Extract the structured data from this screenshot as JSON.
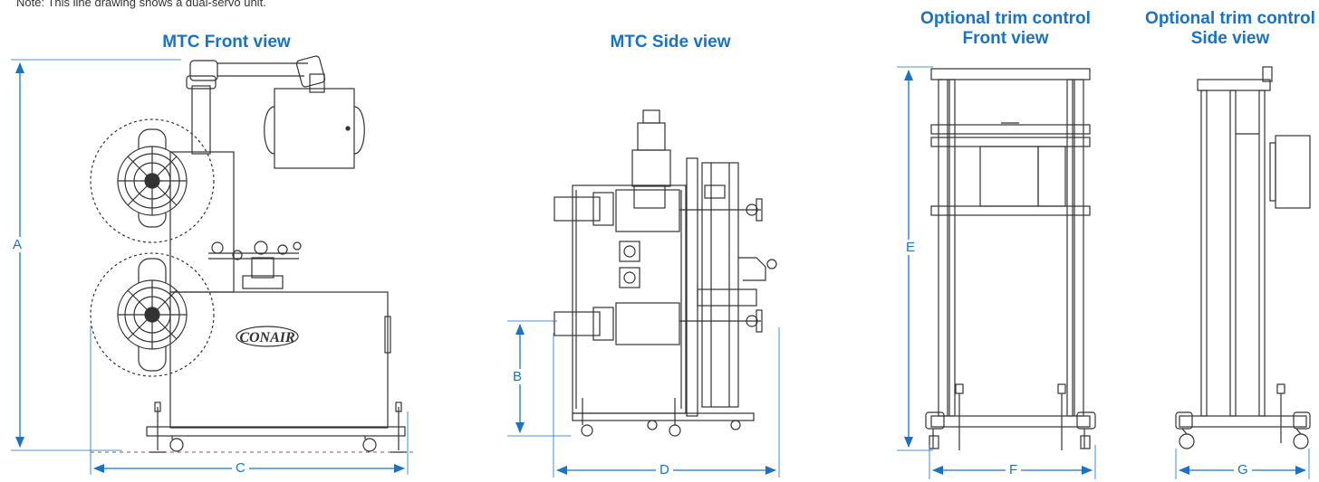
{
  "note": "Note: This line drawing shows a dual-servo unit.",
  "views": {
    "mtc_front": "MTC Front view",
    "mtc_side": "MTC Side view",
    "trim_front_l1": "Optional trim control",
    "trim_front_l2": "Front view",
    "trim_side_l1": "Optional trim control",
    "trim_side_l2": "Side view"
  },
  "logo_text": "CONAIR",
  "dimensions": {
    "a": "A",
    "b": "B",
    "c": "C",
    "d": "D",
    "e": "E",
    "f": "F",
    "g": "G"
  },
  "colors": {
    "accent": "#1a73c2",
    "line": "#333333"
  }
}
